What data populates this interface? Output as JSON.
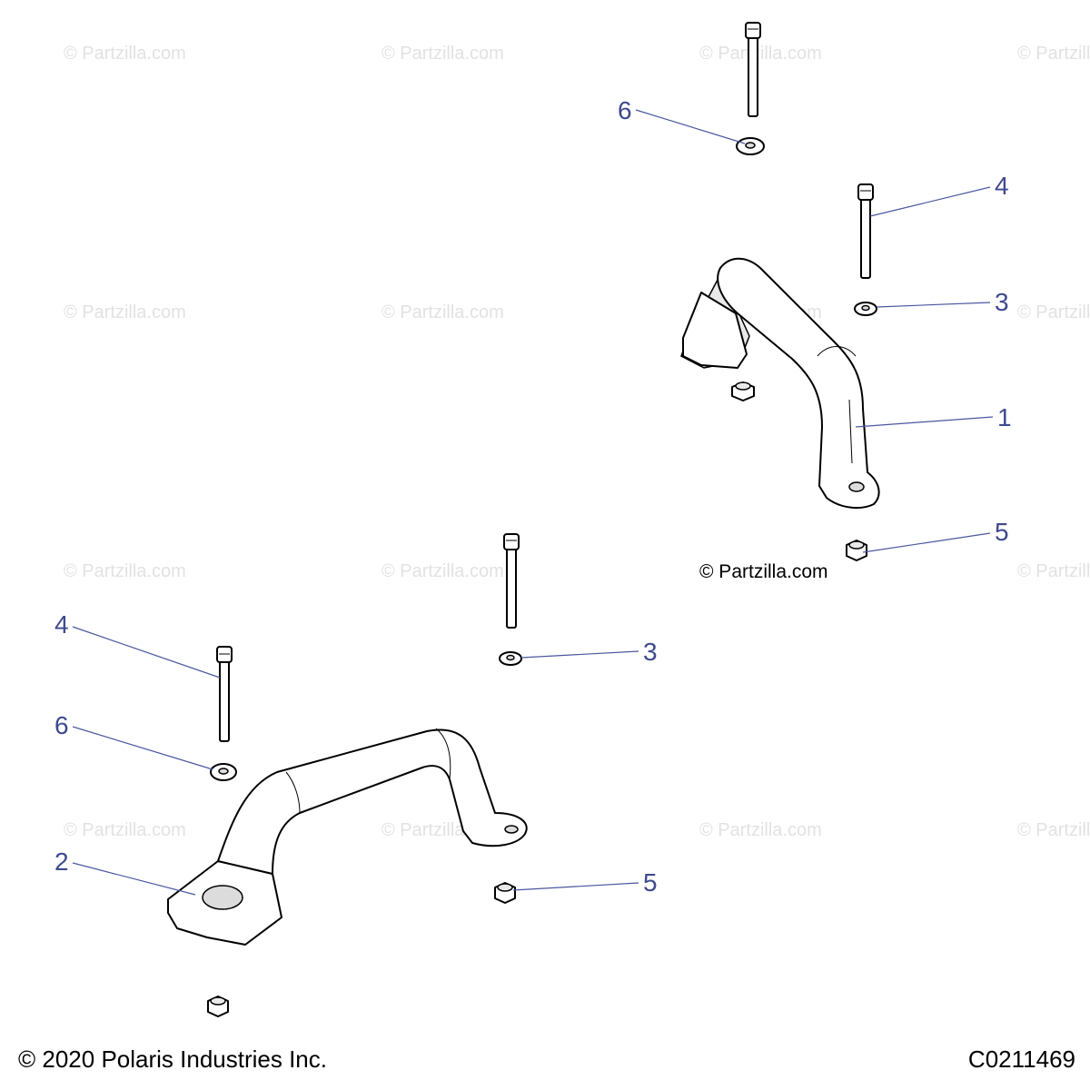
{
  "watermark": "© Partzilla.com",
  "callouts": {
    "c6_top": "6",
    "c4_right": "4",
    "c3_right": "3",
    "c1": "1",
    "c5_right": "5",
    "c4_left": "4",
    "c3_mid": "3",
    "c6_left": "6",
    "c2": "2",
    "c5_mid": "5"
  },
  "footer": {
    "copyright": "© 2020 Polaris Industries Inc.",
    "diagram_code": "C0211469"
  },
  "colors": {
    "callout": "#3e4a8e",
    "watermark": "#e2e2e2"
  }
}
